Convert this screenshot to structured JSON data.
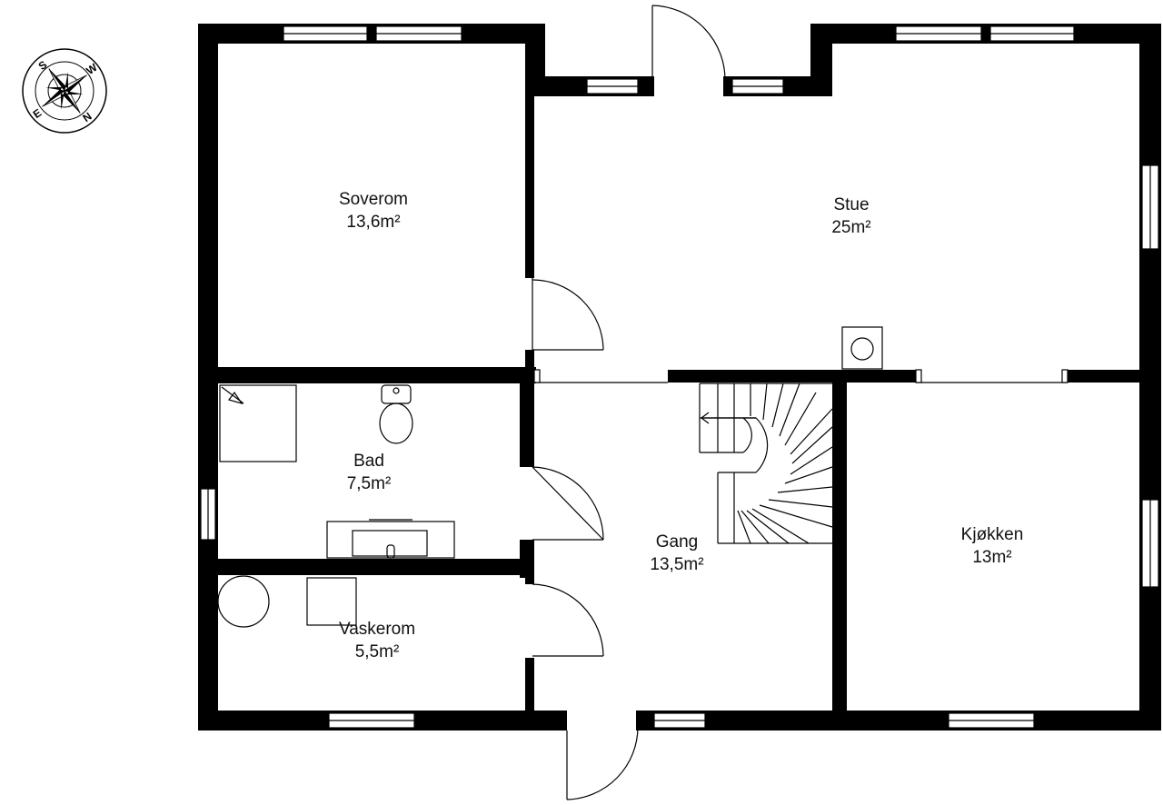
{
  "rooms": [
    {
      "name": "Soverom",
      "area": "13,6m²"
    },
    {
      "name": "Stue",
      "area": "25m²"
    },
    {
      "name": "Bad",
      "area": "7,5m²"
    },
    {
      "name": "Gang",
      "area": "13,5m²"
    },
    {
      "name": "Kjøkken",
      "area": "13m²"
    },
    {
      "name": "Vaskerom",
      "area": "5,5m²"
    }
  ],
  "compass": {
    "n": "N",
    "e": "E",
    "s": "S",
    "w": "W"
  }
}
